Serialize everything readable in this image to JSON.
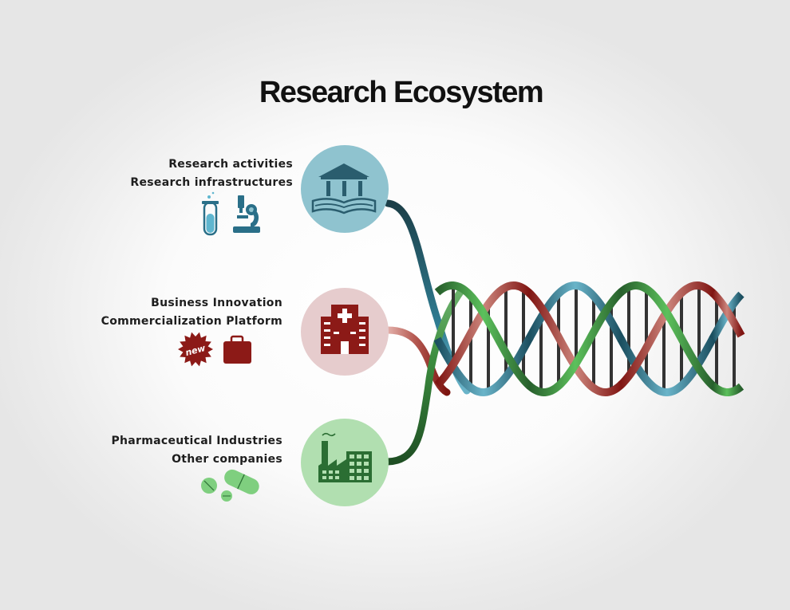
{
  "title": "Research Ecosystem",
  "groups": [
    {
      "lines": [
        "Research activities",
        "Research infrastructures"
      ],
      "icons": [
        "institution-book-icon",
        "test-tube-icon",
        "microscope-icon"
      ],
      "color": "#8fc3cf"
    },
    {
      "lines": [
        "Business Innovation",
        "Commercialization Platform"
      ],
      "icons": [
        "hospital-icon",
        "new-badge-icon",
        "briefcase-icon"
      ],
      "badge_text": "new",
      "color": "#e6cccd"
    },
    {
      "lines": [
        "Pharmaceutical Industries",
        "Other companies"
      ],
      "icons": [
        "factory-icon",
        "pills-icon"
      ],
      "color": "#b1dfb0"
    }
  ],
  "colors": {
    "teal": "#1f5b6e",
    "teal_light": "#5da8bf",
    "red": "#8c1a17",
    "red_light": "#c0726a",
    "green": "#2b6e33",
    "green_light": "#4ab04a"
  }
}
